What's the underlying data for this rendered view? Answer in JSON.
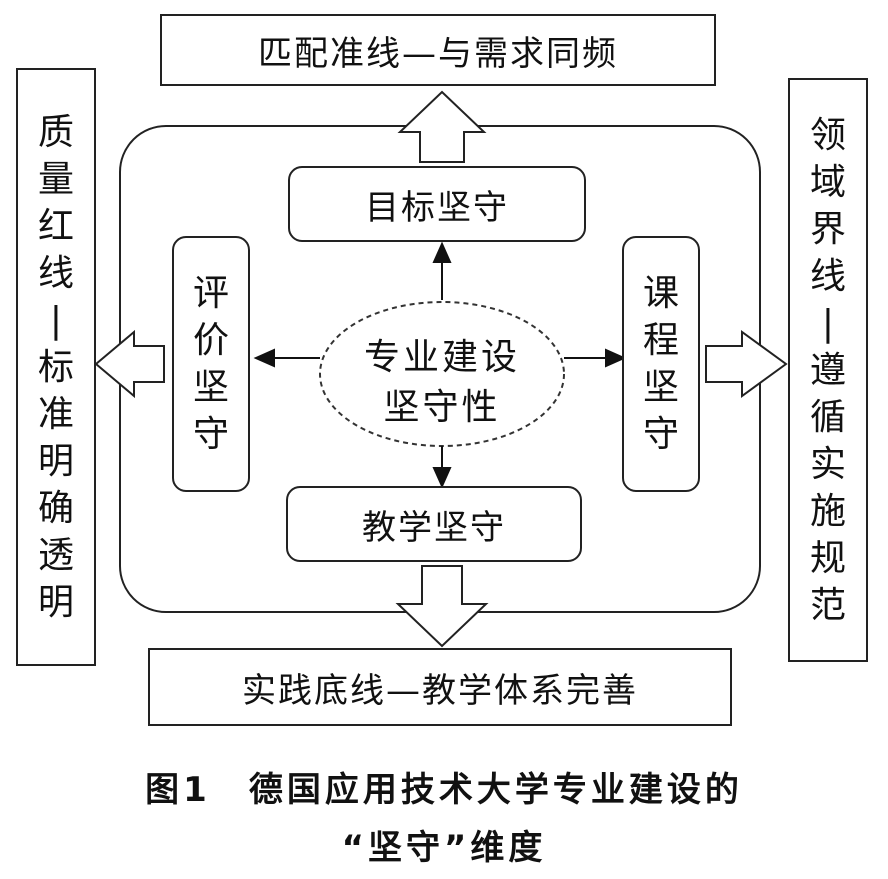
{
  "top_box": "匹配准线—与需求同频",
  "bottom_box": "实践底线—教学体系完善",
  "left_outer": [
    "质",
    "量",
    "红",
    "线",
    "|",
    "标",
    "准",
    "明",
    "确",
    "透",
    "明"
  ],
  "right_outer": [
    "领",
    "域",
    "界",
    "线",
    "|",
    "遵",
    "循",
    "实",
    "施",
    "规",
    "范"
  ],
  "inner_top": "目标坚守",
  "inner_bottom": "教学坚守",
  "inner_left": [
    "评",
    "价",
    "坚",
    "守"
  ],
  "inner_right": [
    "课",
    "程",
    "坚",
    "守"
  ],
  "center": [
    "专业建设",
    "坚守性"
  ],
  "caption": {
    "line1": "图1　德国应用技术大学专业建设的",
    "line2": "“坚守”维度"
  }
}
